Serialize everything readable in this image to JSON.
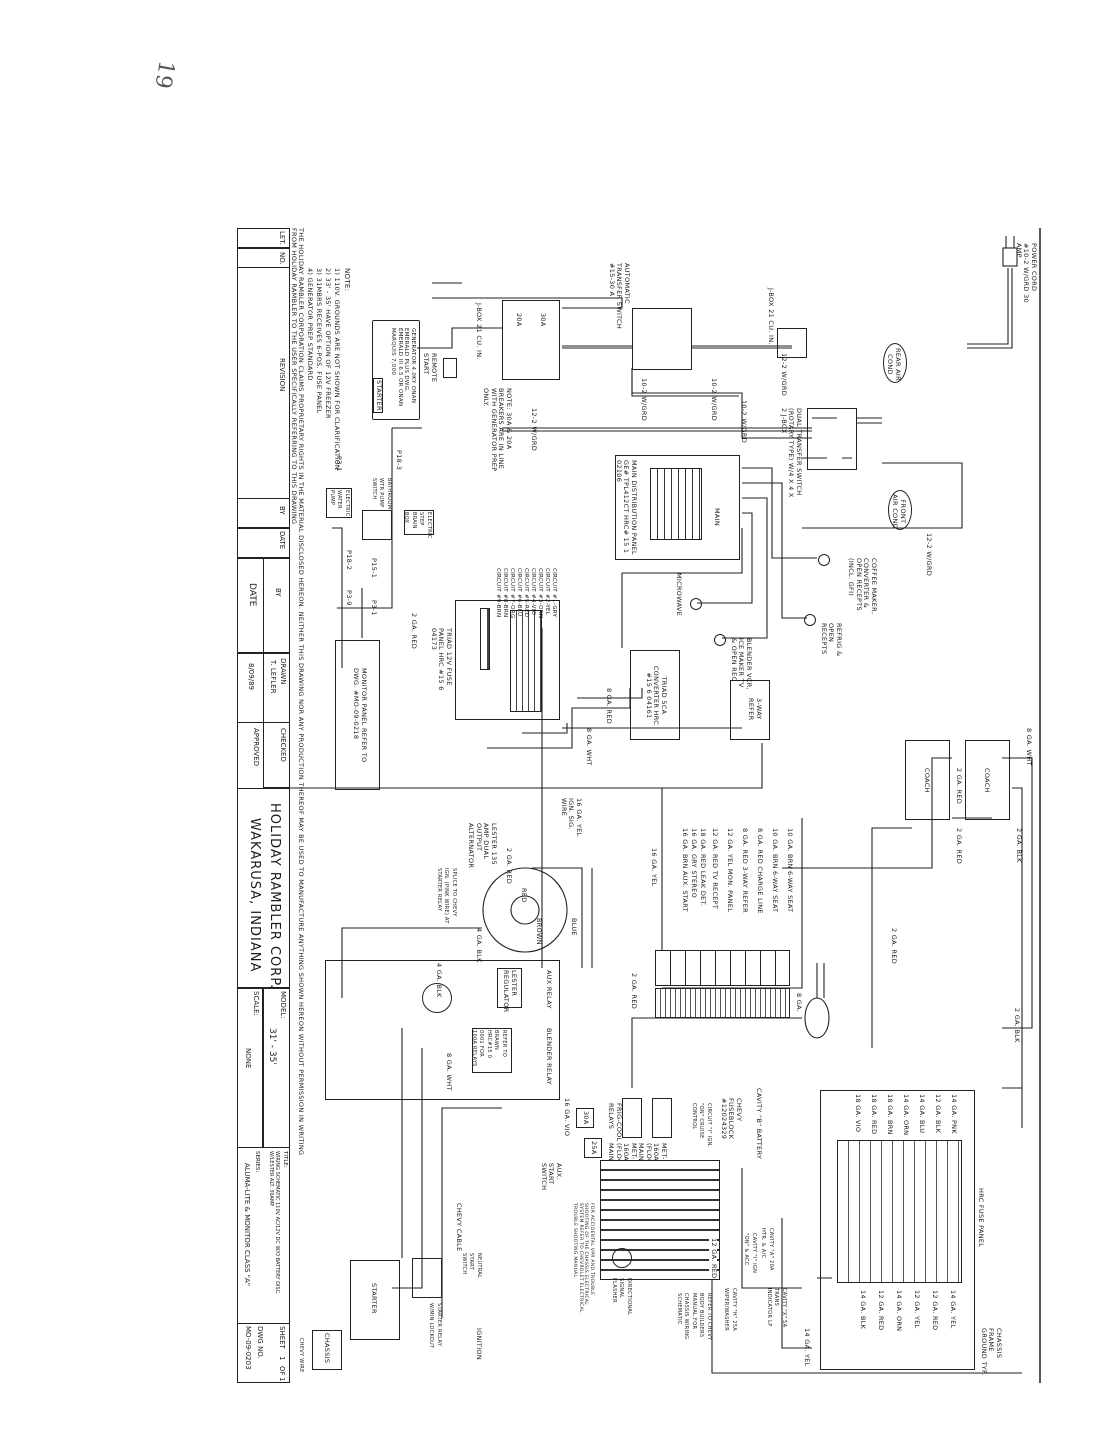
{
  "page_mark": "19",
  "notes": {
    "heading": "NOTE:",
    "items": [
      "1) 110V. GROUNDS ARE NOT SHOWN FOR CLARIFICATION",
      "2) 33' - 35' HAVE OPTION OF 12V FREEZER",
      "3) 31MBRS RECEIVES 6-POS. FUSE PANEL",
      "4) GENERATOR PREP STANDARD"
    ],
    "proprietary": [
      "THE HOLIDAY RAMBLER CORPORATION CLAIMS PROPRIETARY RIGHTS IN THE MATERIAL DISCLOSED HEREON. NEITHER THIS DRAWING NOR ANY PRODUCTION THEREOF MAY BE USED TO MANUFACTURE ANYTHING SHOWN HEREON WITHOUT PERMISSION IN WRITING",
      "FROM HOLIDAY RAMBLER TO THE USER SPECIFICALLY REFERRING TO THIS DRAWING"
    ]
  },
  "title_block": {
    "let": "LET.",
    "no": "NO.",
    "revision": "REVISION",
    "by": "BY",
    "date": "DATE",
    "by2": "BY",
    "date2": "DATE",
    "drawn_label": "DRAWN",
    "drawn_by": "T. LEFLER",
    "drawn_date": "8/09/89",
    "checked": "CHECKED",
    "approved": "APPROVED",
    "company": "HOLIDAY RAMBLER CORP.",
    "location": "WAKARUSA, INDIANA",
    "model_label": "MODEL:",
    "model": "31' - 35'",
    "scale_label": "SCALE:",
    "scale": "NONE",
    "title_label": "TITLE:",
    "title": "WIRING SCHEMATIC 110V AC/12V DC W/O BATTERY DISC. W/LESTER ALT. 30AMP",
    "series_label": "SERIES:",
    "series": "ALUMA-LITE & MONITOR CLASS \"A\"",
    "sheet_label": "SHEET",
    "sheet": "1",
    "of": "OF",
    "sheets": "1",
    "dwg_label": "DWG NO.",
    "dwg_no": "MO-09-0203"
  },
  "components": {
    "power_cord": "POWER CORD #10-2 W/GRD 30 AMP",
    "jbox_top": "J-BOX 21 CU. IN.",
    "ats": "AUTOMATIC TRANSFER SWITCH #15-30 A",
    "jbox_gen": "J-BOX 21 CU. IN.",
    "breaker_20": "20A",
    "breaker_30": "30A",
    "breaker_note": "NOTE: 30A & 20A BREAKERS ARE IN LINE WITH GENERATOR PREP ONLY.",
    "generator": "GENERATOR 4.0KY ONAN EMERALD PLUS DWG. EMERALD III 6.5 OR ONAN MARQUIS 7,000",
    "starter_tag": "STARTER",
    "remote_start": "REMOTE START",
    "rear_ac": "REAR AIR COND",
    "front_ac": "FRONT AIR COND",
    "dual_transfer": "DUAL TRANSFER SWITCH (ROTARY TYPE) W/4 X 4 X 2 J-BOX",
    "main_dist": "MAIN DISTRIBUTION PANEL GE# TPL412CT HRC# 15 1 02106",
    "main": "MAIN",
    "coffee": "COFFEE MAKER, CONVERTER & OPEN RECEPTS (INCL. GFI)",
    "refrig": "REFRIG & OPEN RECEPTS",
    "blender": "BLENDER VCR, ICE MAKER TV & OPEN REC",
    "microwave": "MICROWAVE",
    "refer": "3-WAY REFER",
    "converter": "TRIAD 5CA CONVERTER HRC #15 6 04161",
    "fuse12v": "TRIAD 12V FUSE PANEL HRC #15 6 04173",
    "circuits": [
      "CIRCUIT #1-GRY",
      "CIRCUIT #2-YEL",
      "CIRCUIT #3-ORN",
      "CIRCUIT #4-VIO",
      "CIRCUIT #5-RED",
      "CIRCUIT #6-BLU",
      "CIRCUIT #7-ORG",
      "CIRCUIT #8-BRN",
      "CIRCUIT #9-BRN"
    ],
    "monitor_panel": "MONITOR PANEL REFER TO DWG. #MO-09-0218",
    "step": "ELECTRIC STEP BRAIN BOX",
    "bath_switch": "BATHROOM WTR PUMP SWITCH",
    "water_pump": "ELECTRIC WATER PUMP",
    "plugs": [
      "P18-3",
      "P3-1",
      "P15-1",
      "P18-2",
      "P3-9",
      "P3-1"
    ],
    "coach1": "COACH",
    "coach2": "COACH",
    "wire_labels": {
      "w10_2a": "10-2 W/GRD",
      "w10_2b": "10-2 W/GRD",
      "w10_2c": "10-2 W/GRD",
      "w12_2a": "12-2 W/GRD",
      "w12_2b": "12-2 W/GRD",
      "w12_2c": "12-2 W/GRD",
      "w8red": "8 GA. RED",
      "w8wht": "8 GA. WHT",
      "w8wht2": "8 GA. WHT",
      "w2red1": "2 GA. RED",
      "w2red2": "2 GA. RED",
      "w2red3": "2 GA. RED",
      "w2red4": "2 GA. RED",
      "w2red5": "2 GA. RED",
      "w2red6": "2 GA. RED",
      "w2blk1": "2 GA. BLK",
      "w2blk2": "2 GA. BLK",
      "w4blk": "4 GA. BLK",
      "w4blk2": "4 GA. BLK",
      "w16yel": "16 GA. YEL IGN. SIG. WIRE",
      "w16yel2": "16 GA. YEL",
      "w8ga": "8 GA.",
      "w16vio": "16 GA. VIO",
      "w12red": "12 GA. RED",
      "w14yel": "14 GA. YEL"
    },
    "solenoid_wires": [
      "10 GA. BRN 6-WAY SEAT",
      "10 GA. BRN 6-WAY SEAT",
      "8 GA. RED CHARGE LINE",
      "8 GA. RED 3-WAY REFER",
      "12 GA. YEL MON. PANEL",
      "12 GA. RED TV RECEPT",
      "18 GA. RED LEAK DET.",
      "16 GA. GRY STEREO",
      "16 GA. BRN AUX. START"
    ],
    "alternator": "LESTER 135 AMP DUAL OUTPUT ALTERNATOR",
    "alt_notes": "SPLICE TO CHEVY IGN. (PINK WIRE) AT STARTER RELAY",
    "blue": "BLUE",
    "red": "RED",
    "brown": "BROWN",
    "regulator": "LESTER REGULATOR",
    "aux_relay": "AUX RELAY",
    "blender_relay": "BLENDER RELAY",
    "relay_note": "REFER TO BRAWN HRC#15 0 0001 FOR 100A RELAYS",
    "fridge_cord": "FRIG-COOL RELAYS",
    "b30a": "30A",
    "b25a": "25A",
    "met_relay": "MET-Z 160A (FLOOR MAIN)",
    "met_relay2": "MET-Z 160A (FLOOR MAIN)",
    "chevy_cable": "CHEVY CABLE",
    "aux_start": "AUX. START SWITCH",
    "chevy_fuse": "CHEVY FUSEBLOCK #12024329",
    "circuit_x": "CIRCUIT \"I\" IGN. \"ON\" CRUISE CONTROL",
    "cavity_b": "CAVITY \"B\" BATTERY",
    "cavity_x": "CAVITY \"X\" 5A TRANS INDICATOR LP",
    "cavity_h": "CAVITY \"H\" 25A WIPER/WASHER",
    "cavity_a": "CAVITY \"A\" 20A HTR. & A/C",
    "cavity_ign": "CAVITY \"I\" IGN \"ON\" & ACC",
    "refer_chevy": "REFER TO CHEVY BODY BUILDERS MANUAL FOR CHASSIS WIRING SCHEMATIC",
    "flasher": "DIRECTIONAL SIGNAL FLASHER",
    "chevy_note": "FOR ACCIDENTAL VPR AND TROUBLE SHOOTING OF THE CHASSIS ELECTRICAL SYSTEM REFER TO CHEVROLET ELECTRICAL TROUBLE SHOOTING MANUAL",
    "starter": "STARTER",
    "chassis": "CHASSIS",
    "ignition": "IGNITION",
    "chevy_wire": "CHEVY WIRE",
    "neutral_switch": "NEUTRAL START SWITCH",
    "starter_relay": "STARTER RELAY W/MIN LOCKOUT",
    "hrc_fuse_panel": "HRC FUSE PANEL",
    "chassis_ground": "CHASSIS FRAME GROUND TYP.",
    "hrc_left": [
      "14 GA. PNK",
      "12 GA. BLK",
      "14 GA. BLU",
      "14 GA. ORN",
      "18 GA. BRN",
      "18 GA. RED",
      "18 GA. VIO"
    ],
    "hrc_right": [
      "14 GA. YEL",
      "12 GA. RED",
      "12 GA. YEL",
      "14 GA. ORN",
      "12 GA. RED",
      "14 GA. BLK"
    ]
  }
}
